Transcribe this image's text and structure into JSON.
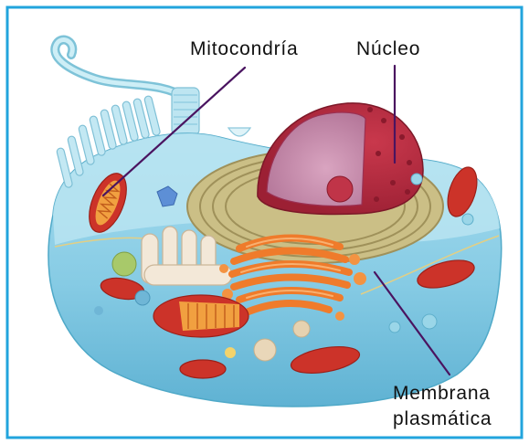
{
  "figure": {
    "labels": {
      "mitochondria": "Mitocondría",
      "nucleus": "Núcleo",
      "membrane_line1": "Membrana",
      "membrane_line2": "plasmática"
    }
  },
  "colors": {
    "frame": "#22a4dd",
    "leader_line": "#4a1460"
  }
}
